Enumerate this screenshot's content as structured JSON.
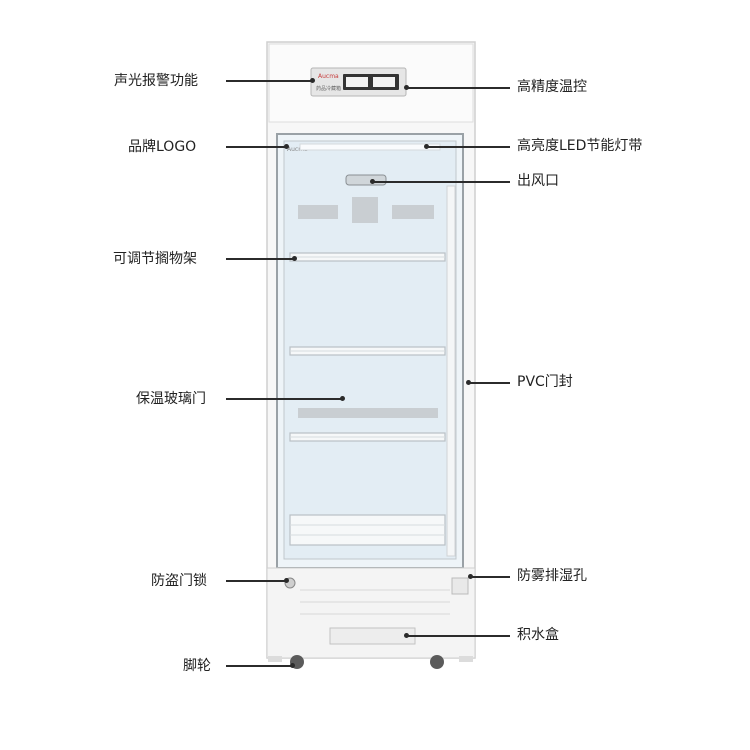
{
  "product": {
    "panel_brand_text": "Aucma",
    "panel_subtitle_text": "药品冷藏箱",
    "door_brand_text": "Aucma"
  },
  "callouts": {
    "sound_light_alarm": "声光报警功能",
    "brand_logo": "品牌LOGO",
    "adjustable_shelf": "可调节搁物架",
    "insulated_glass_door": "保温玻璃门",
    "anti_theft_lock": "防盗门锁",
    "caster": "脚轮",
    "precision_temp_control": "高精度温控",
    "led_light_strip": "高亮度LED节能灯带",
    "air_outlet": "出风口",
    "pvc_door_seal": "PVC门封",
    "antifog_drain_hole": "防雾排湿孔",
    "water_tray": "积水盒"
  }
}
